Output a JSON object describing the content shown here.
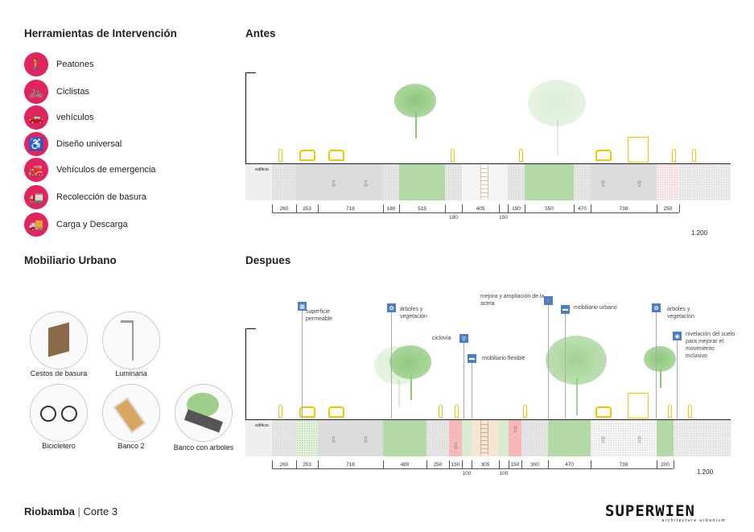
{
  "tools": {
    "title": "Herramientas de Intervención",
    "items": [
      {
        "label": "Peatones",
        "icon": "pedestrian-icon",
        "glyph": "🚶"
      },
      {
        "label": "Ciclistas",
        "icon": "bicycle-icon",
        "glyph": "🚲"
      },
      {
        "label": "vehículos",
        "icon": "car-icon",
        "glyph": "🚗"
      },
      {
        "label": "Diseño universal",
        "icon": "wheelchair-icon",
        "glyph": "♿"
      },
      {
        "label": "Vehículos de emergencia",
        "icon": "fire-truck-icon",
        "glyph": "🚒"
      },
      {
        "label": "Recolección de basura",
        "icon": "garbage-truck-icon",
        "glyph": "🚛"
      },
      {
        "label": "Carga y Descarga",
        "icon": "delivery-truck-icon",
        "glyph": "🚚"
      }
    ]
  },
  "furniture": {
    "title": "Mobiliario Urbano",
    "items": [
      {
        "label": "Cestos de basura"
      },
      {
        "label": "Luminaria"
      },
      {
        "label": "Bicicletero"
      },
      {
        "label": "Banco 2"
      },
      {
        "label": "Banco con arboles"
      }
    ]
  },
  "before": {
    "title": "Antes",
    "building": "edificio",
    "scale": "1.200",
    "dims": [
      "260",
      "253",
      "718",
      "180",
      "519",
      "190",
      "405",
      "100",
      "190",
      "550",
      "470",
      "738",
      "250"
    ]
  },
  "after": {
    "title": "Despues",
    "building": "edificio",
    "scale": "1.200",
    "dims": [
      "260",
      "253",
      "718",
      "489",
      "250",
      "150",
      "100",
      "305",
      "100",
      "150",
      "300",
      "470",
      "738",
      "200"
    ],
    "notes": [
      "superficie permeable",
      "árboles y vegetación",
      "ciclovía",
      "mobiliario flexible",
      "mejora y ampliación de la acera",
      "mobiliario urbano",
      "árboles y vegetación",
      "nivelación del suelo para mejorar el movimiento inclusivo"
    ]
  },
  "footer": {
    "city": "Riobamba",
    "separator": "|",
    "section": "Corte 3",
    "logo": "SUPERWIEN",
    "logo_sub": "architecture urbanism"
  },
  "colors": {
    "accent": "#e0245e",
    "green": "#b3d9a6",
    "road": "#dcdcdc",
    "bike": "#f6b8b8",
    "icon_blue": "#4d7fc9"
  }
}
